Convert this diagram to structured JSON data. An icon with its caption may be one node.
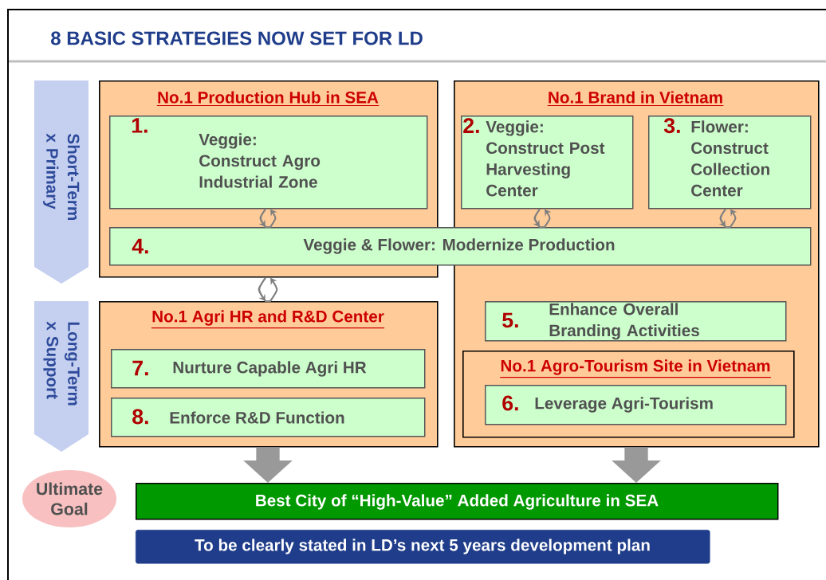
{
  "diagram": {
    "title": "8 BASIC STRATEGIES NOW SET FOR LD",
    "nodes": [
      {
        "text": [
          "Short-Term x Primary"
        ]
      },
      {
        "text": [
          "No.1 Production Hub in SEA"
        ]
      },
      {
        "text": [
          "1.",
          "Veggie: Construct Agro Industrial Zone"
        ],
        "in": 1
      },
      {
        "text": [
          "No.1 Brand in Vietnam"
        ]
      },
      {
        "text": [
          "2.",
          "Veggie: Construct Post Harvesting Center"
        ],
        "in": 3
      },
      {
        "text": [
          "3.",
          "Flower: Construct Collection Center"
        ],
        "in": 3
      },
      {
        "text": [
          "4.",
          "Veggie & Flower: Modernize Production"
        ]
      },
      {
        "text": [
          "Long-Term x Support"
        ]
      },
      {
        "text": [
          "No.1 Agri HR and R&D Center"
        ]
      },
      {
        "text": [
          "7.",
          "Nurture Capable Agri HR"
        ],
        "in": 8
      },
      {
        "text": [
          "8.",
          "Enforce R&D Function"
        ],
        "in": 8
      },
      {
        "text": [
          "5.",
          "Enhance Overall Branding Activities"
        ],
        "in": 3
      },
      {
        "text": [
          "No.1 Agro-Tourism Site in Vietnam"
        ],
        "in": 3
      },
      {
        "text": [
          "6.",
          "Leverage Agri-Tourism"
        ],
        "in": 12
      },
      {
        "text": [
          "Ultimate Goal"
        ]
      },
      {
        "text": [
          "Best City of “High-Value” Added Agriculture in SEA"
        ]
      },
      {
        "text": [
          "To be clearly stated in LD’s next 5 years development plan"
        ]
      }
    ],
    "edges": [
      {
        "from": 2,
        "to": 6,
        "arrow": "both"
      },
      {
        "from": 4,
        "to": 6,
        "arrow": "both"
      },
      {
        "from": 5,
        "to": 6,
        "arrow": "both"
      },
      {
        "from": 1,
        "to": 8,
        "arrow": "both"
      },
      {
        "from": 8,
        "to": 15,
        "arrow": "to",
        "style": "thick"
      },
      {
        "from": 3,
        "to": 15,
        "arrow": "to",
        "style": "thick"
      }
    ]
  }
}
